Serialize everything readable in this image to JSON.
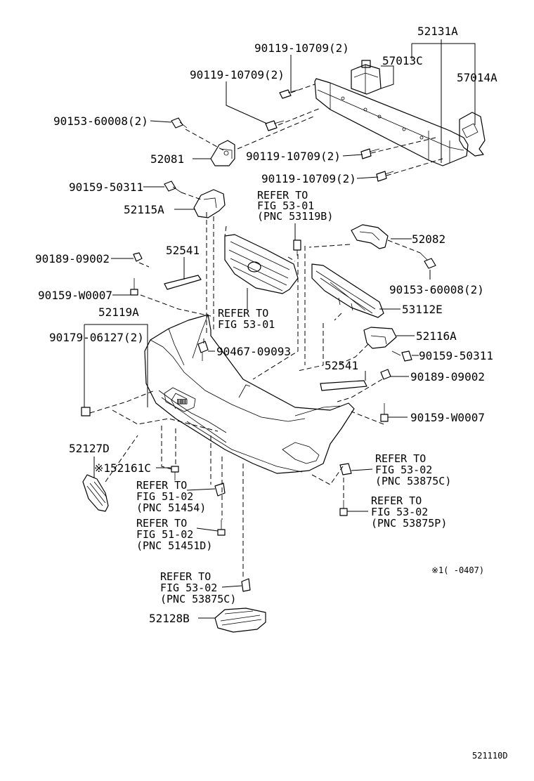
{
  "parts": {
    "p52131A": "52131A",
    "p57013C": "57013C",
    "p57014A": "57014A",
    "p90119_a": "90119-10709(2)",
    "p90119_b": "90119-10709(2)",
    "p90119_c": "90119-10709(2)",
    "p90119_d": "90119-10709(2)",
    "p90153_a": "90153-60008(2)",
    "p52081": "52081",
    "p90159_50311_a": "90159-50311",
    "p52115A": "52115A",
    "p52082": "52082",
    "p90153_b": "90153-60008(2)",
    "p52541_a": "52541",
    "p90189_a": "90189-09002",
    "p90159_W0007_a": "90159-W0007",
    "p52119A": "52119A",
    "p53112E": "53112E",
    "p90179": "90179-06127(2)",
    "p90467": "90467-09093",
    "p52116A": "52116A",
    "p90159_50311_b": "90159-50311",
    "p52541_b": "52541",
    "p90189_b": "90189-09002",
    "p90159_W0007_b": "90159-W0007",
    "p52127D": "52127D",
    "p52161C": "※152161C",
    "p52128B": "52128B"
  },
  "refs": {
    "r1": [
      "REFER TO",
      "FIG 53-01",
      "(PNC 53119B)"
    ],
    "r2": [
      "REFER TO",
      "FIG 53-01"
    ],
    "r3": [
      "REFER TO",
      "FIG 51-02",
      "(PNC 51454)"
    ],
    "r4": [
      "REFER TO",
      "FIG 51-02",
      "(PNC 51451D)"
    ],
    "r5": [
      "REFER TO",
      "FIG 53-02",
      "(PNC 53875C)"
    ],
    "r6": [
      "REFER TO",
      "FIG 53-02",
      "(PNC 53875P)"
    ],
    "r7": [
      "REFER TO",
      "FIG 53-02",
      "(PNC 53875C)"
    ]
  },
  "note": "※1(     -0407)",
  "figure_code": "521110D"
}
